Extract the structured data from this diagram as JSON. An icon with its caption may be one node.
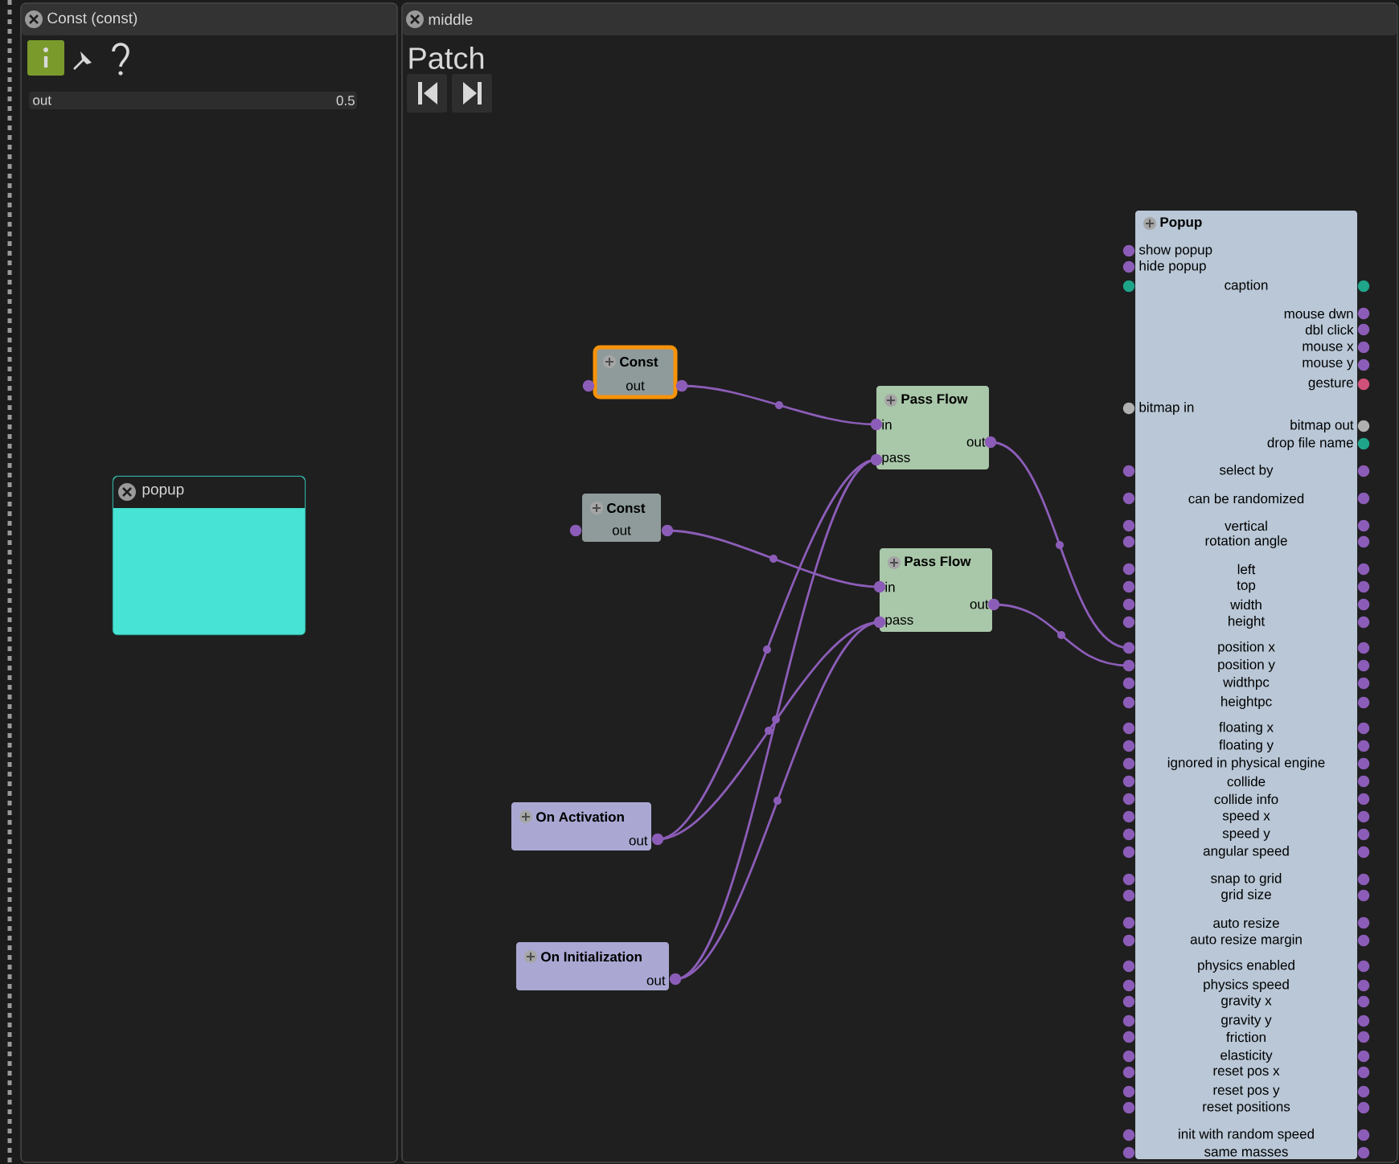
{
  "diagram": {
    "nodes": [
      {
        "text": [
          "Const (const)"
        ]
      },
      {
        "text": [
          "out",
          "0.5"
        ],
        "in": 0
      },
      {
        "text": [
          "popup"
        ],
        "in": 0
      },
      {
        "text": [
          "middle",
          "Patch"
        ]
      },
      {
        "text": [
          "Const",
          "out"
        ],
        "in": 3
      },
      {
        "text": [
          "Const",
          "out"
        ],
        "in": 3
      },
      {
        "text": [
          "Pass Flow",
          "in",
          "out",
          "pass"
        ],
        "in": 3
      },
      {
        "text": [
          "Pass Flow",
          "in",
          "out",
          "pass"
        ],
        "in": 3
      },
      {
        "text": [
          "On Activation",
          "out"
        ],
        "in": 3
      },
      {
        "text": [
          "On Initialization",
          "out"
        ],
        "in": 3
      },
      {
        "text": [
          "Popup",
          "show popup",
          "hide popup",
          "caption",
          "mouse dwn",
          "dbl click",
          "mouse x",
          "mouse y",
          "gesture",
          "bitmap in",
          "bitmap out",
          "drop file name",
          "select by",
          "can be randomized",
          "vertical",
          "rotation angle",
          "left",
          "top",
          "width",
          "height",
          "position x",
          "position y",
          "widthpc",
          "heightpc",
          "floating x",
          "floating y",
          "ignored in physical engine",
          "collide",
          "collide info",
          "speed x",
          "speed y",
          "angular speed",
          "snap to grid",
          "grid size",
          "auto resize",
          "auto resize margin",
          "physics enabled",
          "physics speed",
          "gravity x",
          "gravity y",
          "friction",
          "elasticity",
          "reset pos x",
          "reset pos y",
          "reset positions",
          "init with random speed",
          "same masses"
        ],
        "in": 3
      }
    ],
    "edges": [
      {
        "from": 4,
        "to": 6,
        "arrow": "none"
      },
      {
        "from": 5,
        "to": 7,
        "arrow": "none"
      },
      {
        "from": 6,
        "to": 10,
        "arrow": "none"
      },
      {
        "from": 7,
        "to": 10,
        "arrow": "none"
      },
      {
        "from": 8,
        "to": 6,
        "arrow": "none"
      },
      {
        "from": 8,
        "to": 7,
        "arrow": "none"
      },
      {
        "from": 9,
        "to": 6,
        "arrow": "none"
      },
      {
        "from": 9,
        "to": 7,
        "arrow": "none"
      }
    ]
  }
}
